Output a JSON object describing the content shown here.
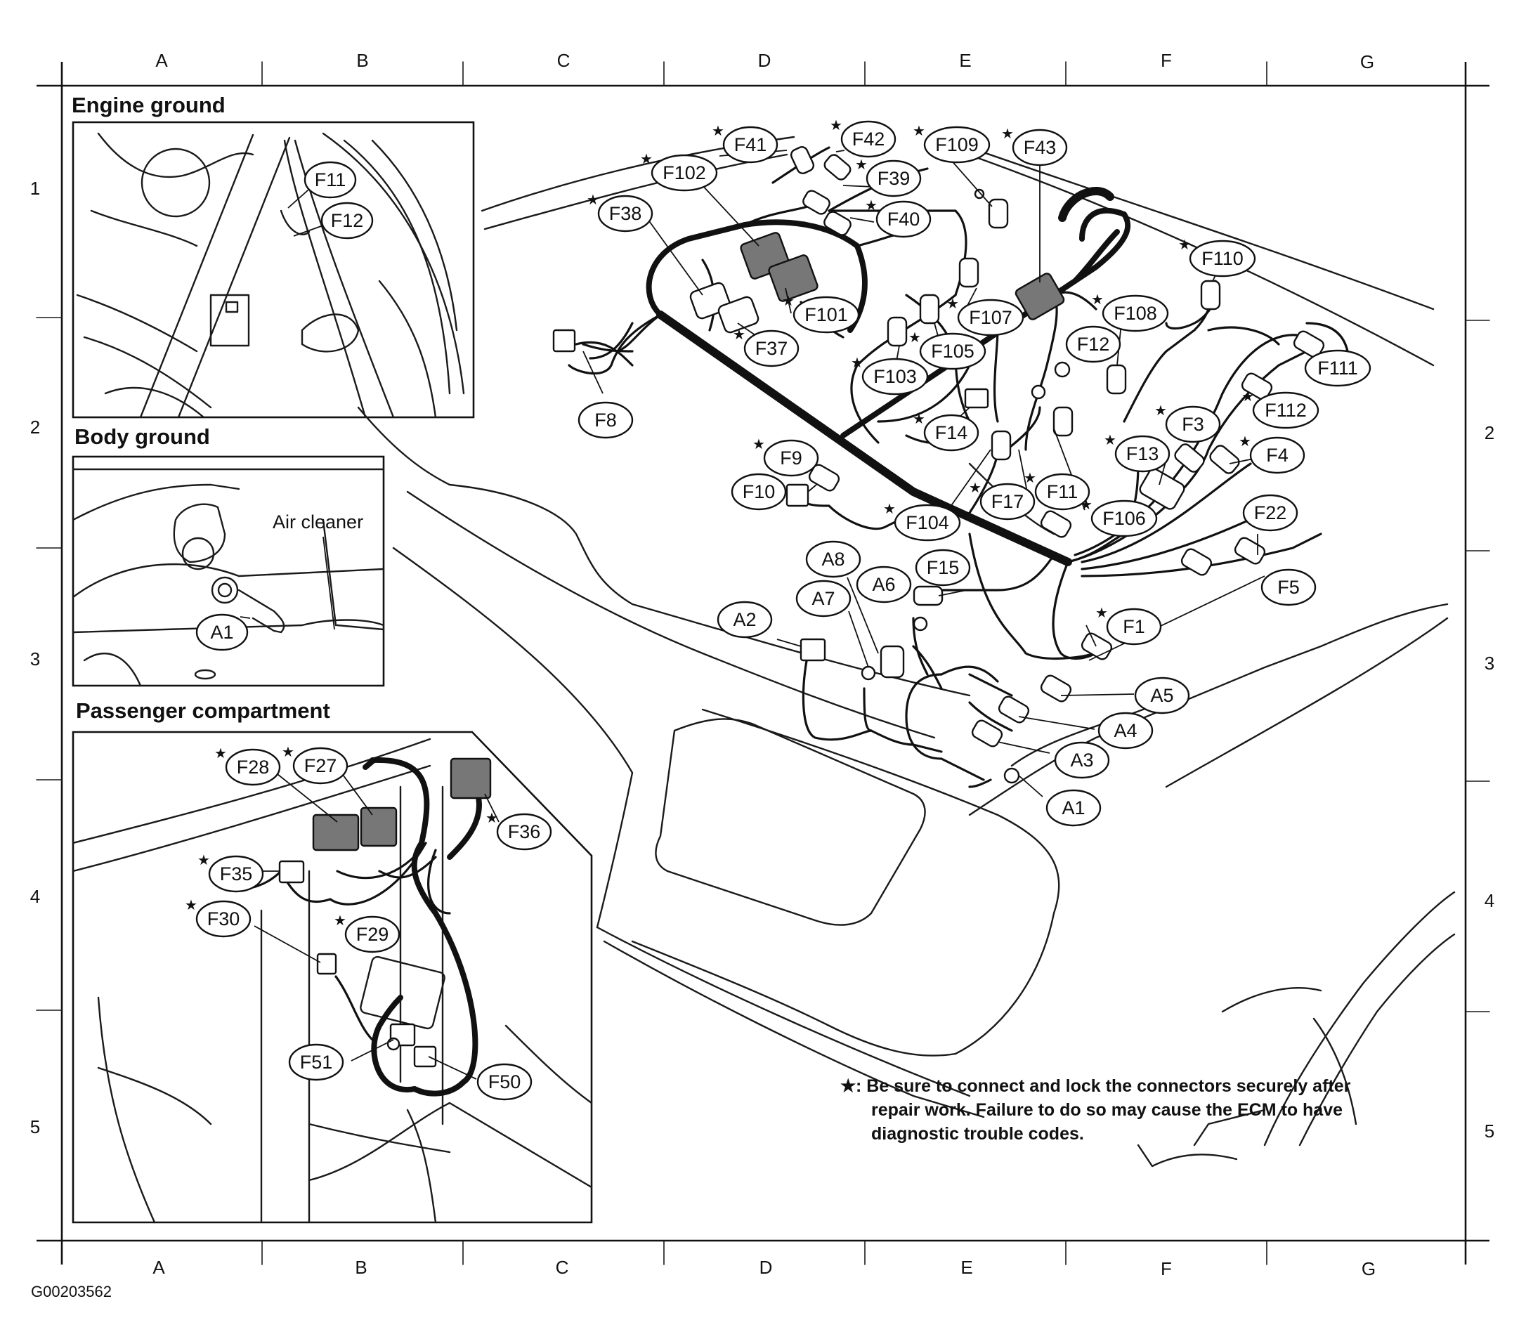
{
  "grid": {
    "columns": [
      "A",
      "B",
      "C",
      "D",
      "E",
      "F",
      "G"
    ],
    "rows": [
      "1",
      "2",
      "3",
      "4",
      "5"
    ]
  },
  "insets": {
    "engine_ground": {
      "title": "Engine ground",
      "labels": [
        "F11",
        "F12"
      ]
    },
    "body_ground": {
      "title": "Body ground",
      "air_cleaner": "Air cleaner",
      "labels": [
        "A1"
      ]
    },
    "passenger_compartment": {
      "title": "Passenger compartment"
    }
  },
  "connectors": {
    "F41": "F41",
    "F42": "F42",
    "F109": "F109",
    "F43": "F43",
    "F102": "F102",
    "F39": "F39",
    "F40": "F40",
    "F38": "F38",
    "F110": "F110",
    "F101": "F101",
    "F107": "F107",
    "F108": "F108",
    "F37": "F37",
    "F105": "F105",
    "F12": "F12",
    "F111": "F111",
    "F103": "F103",
    "F8": "F8",
    "F112": "F112",
    "F14": "F14",
    "F3": "F3",
    "F9": "F9",
    "F13": "F13",
    "F4": "F4",
    "F10": "F10",
    "F11": "F11",
    "F17": "F17",
    "F106": "F106",
    "F104": "F104",
    "F22": "F22",
    "A8": "A8",
    "A6": "A6",
    "F15": "F15",
    "A7": "A7",
    "F5": "F5",
    "A2": "A2",
    "F1": "F1",
    "A5": "A5",
    "A4": "A4",
    "A3": "A3",
    "A1": "A1",
    "F28": "F28",
    "F27": "F27",
    "F36": "F36",
    "F35": "F35",
    "F30": "F30",
    "F29": "F29",
    "F51": "F51",
    "F50": "F50"
  },
  "note": {
    "symbol": "★",
    "lines": [
      ": Be sure to connect and lock the connectors securely after",
      "repair work. Failure to do so may cause the ECM to have",
      "diagnostic trouble codes."
    ]
  },
  "doc_id": "G00203562"
}
